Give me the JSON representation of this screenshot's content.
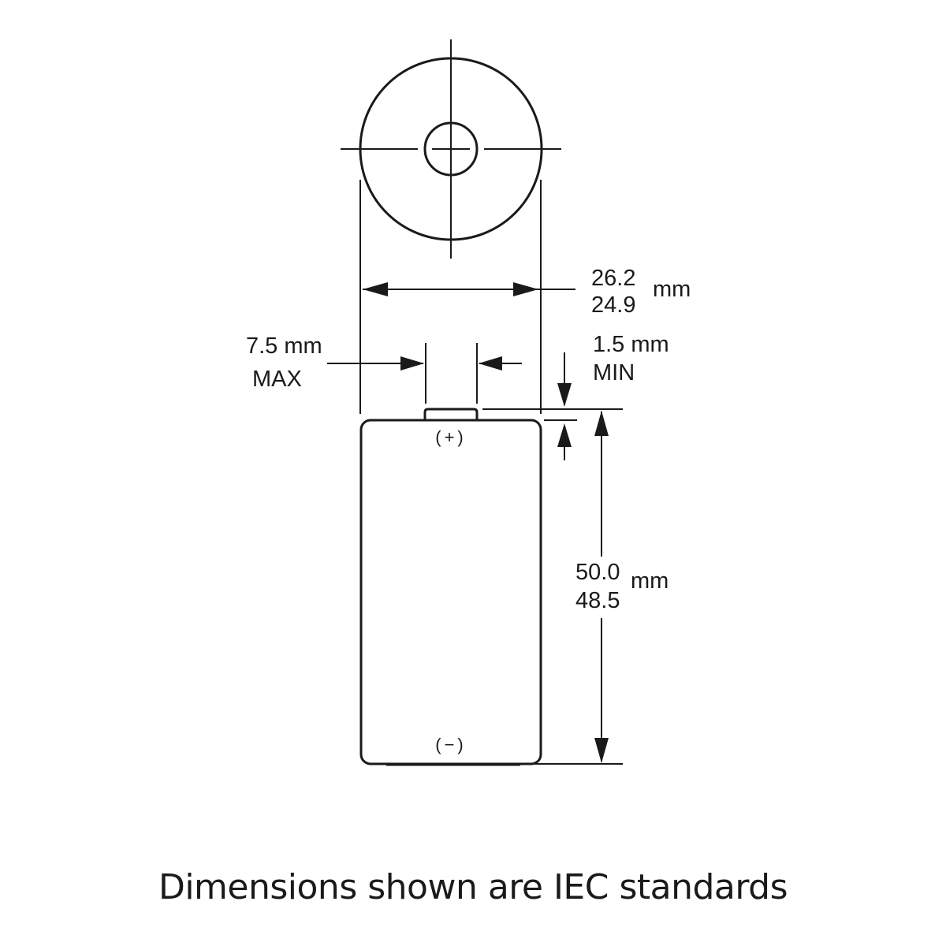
{
  "diameter": {
    "max": "26.2",
    "min": "24.9",
    "unit": "mm"
  },
  "terminal_diameter": {
    "value": "7.5 mm",
    "qualifier": "MAX"
  },
  "terminal_height": {
    "value": "1.5 mm",
    "qualifier": "MIN"
  },
  "height": {
    "max": "50.0",
    "min": "48.5",
    "unit": "mm"
  },
  "terminals": {
    "positive": "(+)",
    "negative": "(−)"
  },
  "caption": "Dimensions shown are IEC standards"
}
